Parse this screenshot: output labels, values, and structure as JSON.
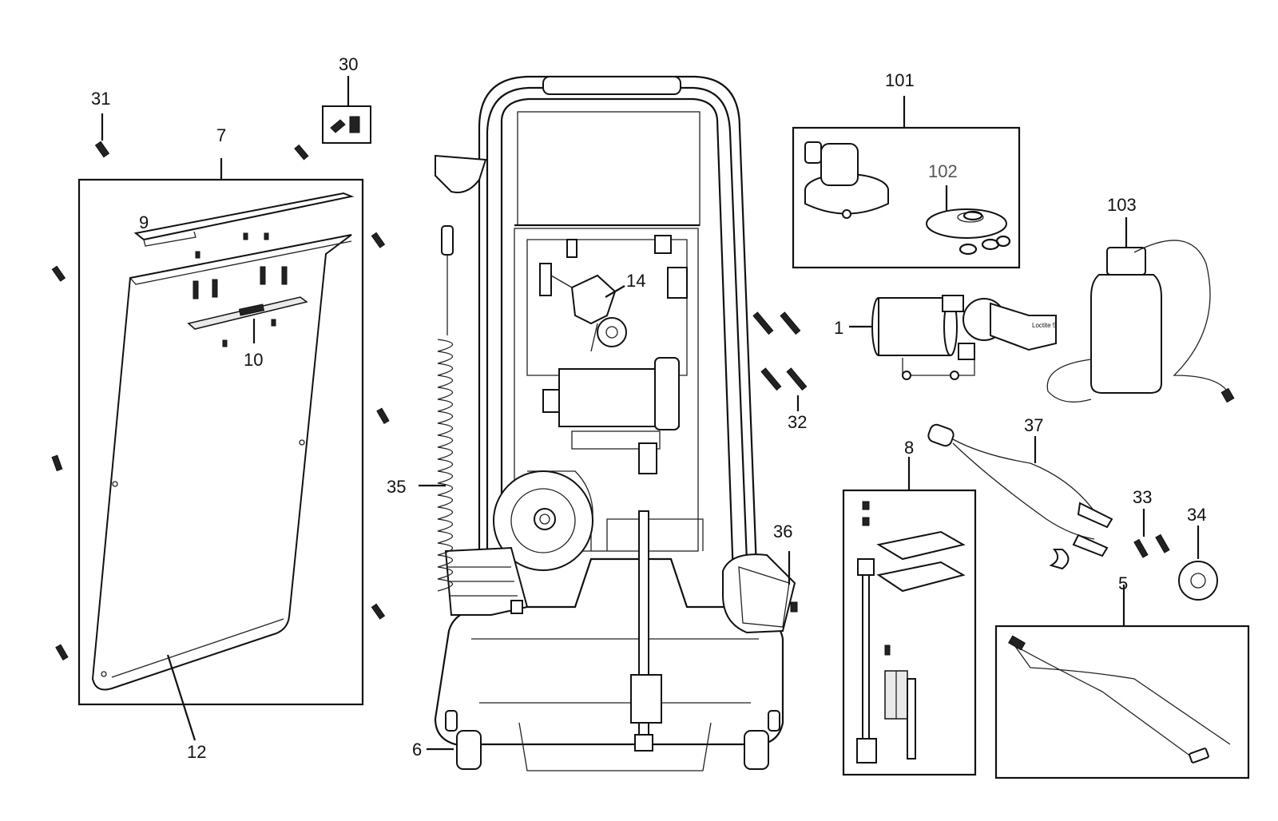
{
  "diagram": {
    "callouts": {
      "c1": "1",
      "c5": "5",
      "c6": "6",
      "c7": "7",
      "c8": "8",
      "c9": "9",
      "c10": "10",
      "c12": "12",
      "c14": "14",
      "c30": "30",
      "c31": "31",
      "c32": "32",
      "c33": "33",
      "c34": "34",
      "c35": "35",
      "c36": "36",
      "c37": "37",
      "c101": "101",
      "c102": "102",
      "c103": "103"
    },
    "pump_label": "Loctite 5"
  }
}
